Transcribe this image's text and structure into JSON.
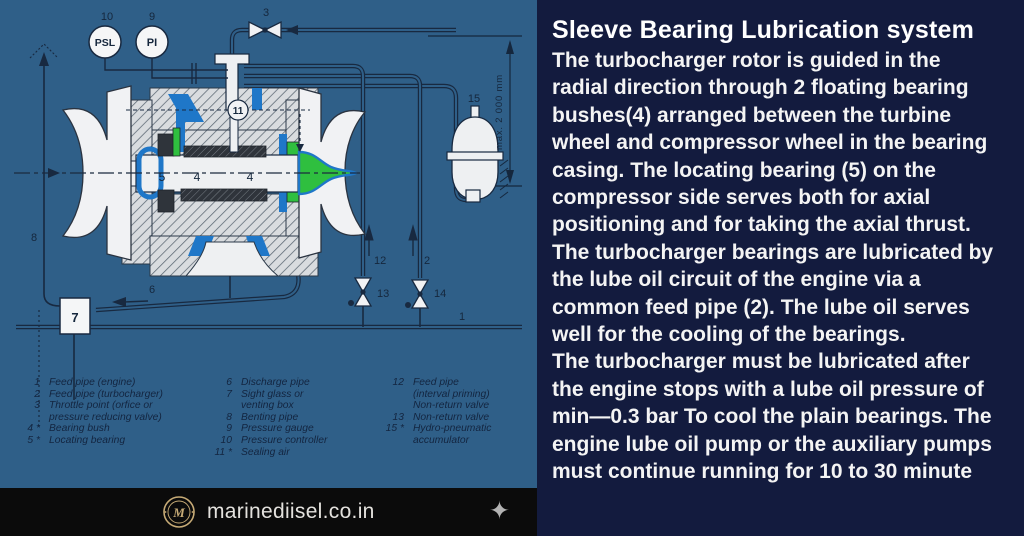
{
  "right_panel": {
    "title": "Sleeve Bearing Lubrication system",
    "lines": [
      "The turbocharger rotor is guided in the",
      "radial direction through 2 floating bearing",
      "bushes(4) arranged between the turbine",
      "wheel and compressor wheel in the bearing",
      "casing. The locating bearing (5) on the",
      "compressor side serves both for axial",
      "positioning and for taking the axial thrust.",
      "The turbocharger bearings are lubricated by",
      "the lube oil circuit of the engine via a",
      "common feed pipe (2). The lube oil serves",
      "well for the cooling of the bearings.",
      "The turbocharger must be lubricated after",
      "the engine stops with a lube oil pressure of",
      "min—0.3 bar To cool the plain bearings. The",
      "engine lube oil pump or the auxiliary pumps",
      "must continue running for 10 to 30 minute"
    ]
  },
  "diagram": {
    "labels": {
      "psl": "PSL",
      "pi": "PI",
      "n10": "10",
      "n9": "9",
      "n3": "3",
      "n11": "11",
      "n5": "5",
      "n4a": "4",
      "n4b": "4",
      "n15": "15",
      "n12": "12",
      "n2": "2",
      "n13": "13",
      "n14": "14",
      "n1": "1",
      "n6": "6",
      "n7": "7",
      "n8": "8",
      "dim": "max. 2 000 mm"
    }
  },
  "legend": {
    "columns": [
      {
        "rows": [
          {
            "n": "1",
            "t": "Feed pipe (engine)"
          },
          {
            "n": "2",
            "t": "Feed pipe (turbocharger)"
          },
          {
            "n": "3",
            "t": "Throttle point (orfice or"
          },
          {
            "n": "",
            "t": "pressure reducing valve)"
          },
          {
            "n": "4 *",
            "t": "Bearing bush"
          },
          {
            "n": "5 *",
            "t": "Locating bearing"
          }
        ]
      },
      {
        "rows": [
          {
            "n": "6",
            "t": "Discharge pipe"
          },
          {
            "n": "7",
            "t": "Sight glass or"
          },
          {
            "n": "",
            "t": "venting box"
          },
          {
            "n": "8",
            "t": "Benting pipe"
          },
          {
            "n": "9",
            "t": "Pressure gauge"
          },
          {
            "n": "10",
            "t": "Pressure controller"
          },
          {
            "n": "11 *",
            "t": "Sealing air"
          }
        ]
      },
      {
        "rows": [
          {
            "n": "12",
            "t": "Feed pipe"
          },
          {
            "n": "",
            "t": "(interval priming)"
          },
          {
            "n": "",
            "t": "Non-return valve"
          },
          {
            "n": "13",
            "t": "Non-return valve"
          },
          {
            "n": "15 *",
            "t": "Hydro-pneumatic"
          },
          {
            "n": "",
            "t": "accumulator"
          }
        ]
      }
    ]
  },
  "footer": {
    "site": "marinediisel.co.in",
    "star": "✦",
    "logo_monogram": "M"
  },
  "colors": {
    "diagram_background": "#2f5f88",
    "text_panel_background": "#131b3e",
    "footer_background": "#0b0b0b",
    "logo_gold": "#c7ab76",
    "oil_blue": "#1f77c8",
    "seal_green": "#2fbf3f",
    "line_dark": "#182940"
  }
}
